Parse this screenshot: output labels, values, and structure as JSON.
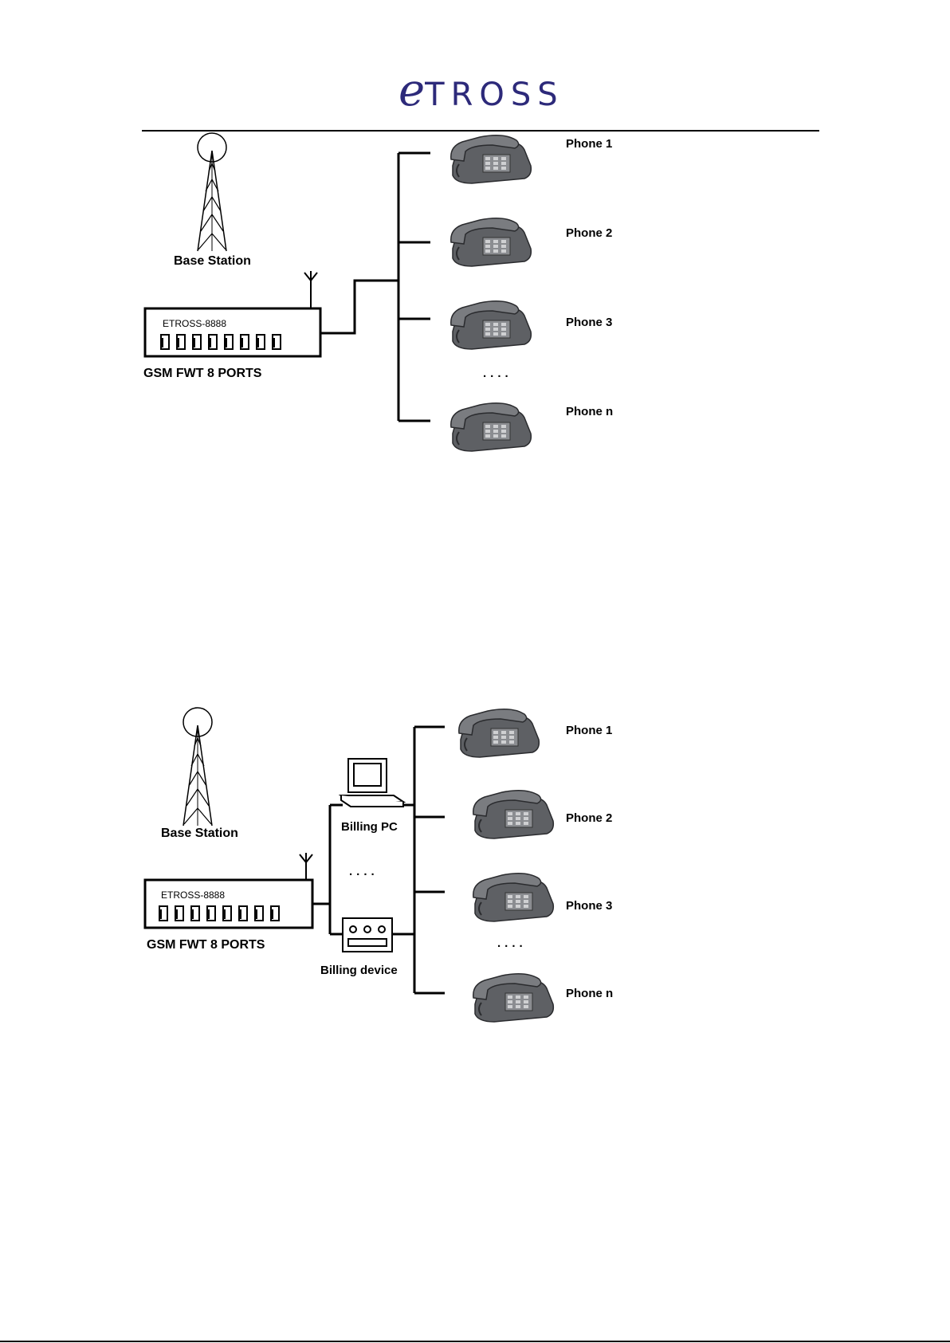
{
  "header": {
    "logo_e": "e",
    "logo_rest": "TROSS"
  },
  "diagram1": {
    "base_station": "Base Station",
    "device_model": "ETROSS-8888",
    "device_caption": "GSM  FWT 8 PORTS",
    "phones": [
      "Phone 1",
      "Phone 2",
      "Phone 3",
      "Phone n"
    ],
    "ellipsis": "· · · ·"
  },
  "diagram2": {
    "base_station": "Base Station",
    "device_model": "ETROSS-8888",
    "device_caption": "GSM  FWT 8 PORTS",
    "billing_pc": "Billing PC",
    "billing_device": "Billing device",
    "middle_ellipsis": "· · · ·",
    "phones": [
      "Phone 1",
      "Phone 2",
      "Phone 3",
      "Phone n"
    ],
    "ellipsis": "· · · ·"
  }
}
